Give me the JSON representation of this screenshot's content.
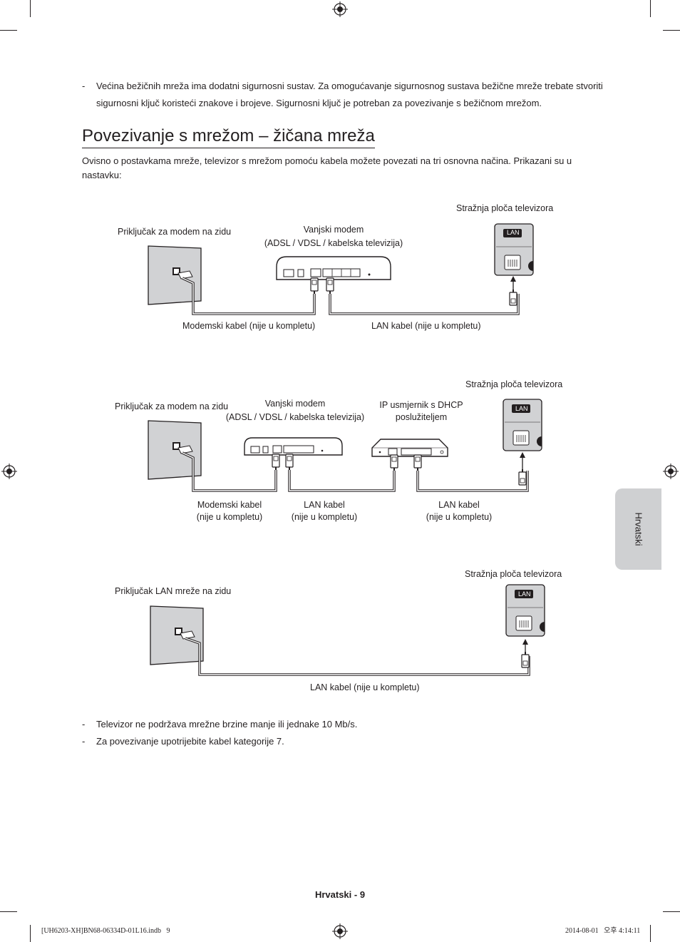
{
  "intro_bullet": {
    "dash": "-",
    "line1": "Većina bežičnih mreža ima dodatni sigurnosni sustav. Za omogućavanje sigurnosnog sustava bežične mreže trebate stvoriti",
    "line2": "sigurnosni ključ koristeći znakove i brojeve. Sigurnosni ključ je potreban za povezivanje s bežičnom mrežom."
  },
  "section": {
    "title": "Povezivanje s mrežom – žičana mreža",
    "paragraph_line1": "Ovisno o postavkama mreže, televizor s mrežom pomoću kabela možete povezati na tri osnovna načina. Prikazani su u",
    "paragraph_line2": "nastavku:"
  },
  "diagram1": {
    "tv_panel": "Stražnja ploča televizora",
    "wall_jack": "Priključak za modem na zidu",
    "modem_line1": "Vanjski modem",
    "modem_line2": "(ADSL / VDSL / kabelska televizija)",
    "modem_cable": "Modemski kabel (nije u kompletu)",
    "lan_cable": "LAN kabel (nije u kompletu)",
    "lan_port": "LAN"
  },
  "diagram2": {
    "tv_panel": "Stražnja ploča televizora",
    "wall_jack": "Priključak za modem na zidu",
    "modem_line1": "Vanjski modem",
    "modem_line2": "(ADSL / VDSL / kabelska televizija)",
    "router_line1": "IP usmjernik s DHCP",
    "router_line2": "poslužiteljem",
    "modem_cable_line1": "Modemski kabel",
    "modem_cable_line2": "(nije u kompletu)",
    "lan_cable1_line1": "LAN kabel",
    "lan_cable1_line2": "(nije u kompletu)",
    "lan_cable2_line1": "LAN kabel",
    "lan_cable2_line2": "(nije u kompletu)",
    "lan_port": "LAN"
  },
  "diagram3": {
    "tv_panel": "Stražnja ploča televizora",
    "wall_jack": "Priključak LAN mreže na zidu",
    "lan_cable": "LAN kabel (nije u kompletu)",
    "lan_port": "LAN"
  },
  "notes": [
    {
      "dash": "-",
      "text": "Televizor ne podržava mrežne brzine manje ili jednake 10 Mb/s."
    },
    {
      "dash": "-",
      "text": "Za povezivanje upotrijebite kabel kategorije 7."
    }
  ],
  "side_tab": "Hrvatski",
  "page_footer": "Hrvatski - 9",
  "print_info": {
    "file": "[UH6203-XH]BN68-06334D-01L16.indb   9",
    "date_time": "2014-08-01   오후 4:14:11"
  }
}
